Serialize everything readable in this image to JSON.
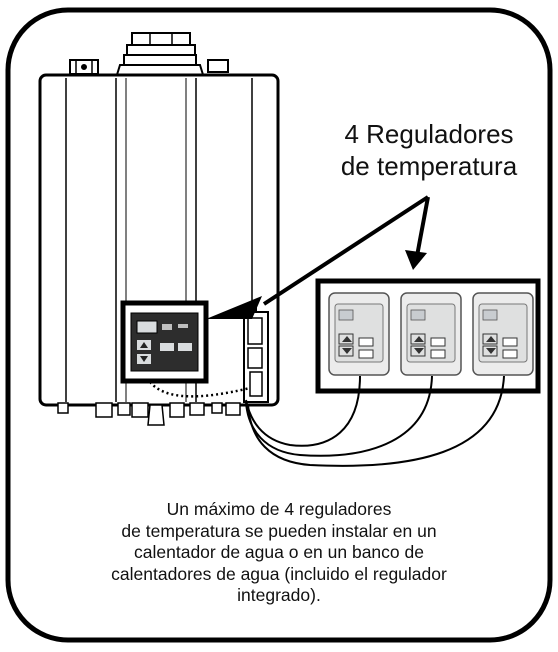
{
  "callout": {
    "lines": [
      "4 Reguladores",
      "de temperatura"
    ]
  },
  "caption": {
    "lines": [
      "Un máximo de 4 reguladores",
      "de temperatura se pueden instalar en un",
      "calentador de agua o en un banco de",
      "calentadores de agua (incluido el regulador",
      "integrado)."
    ]
  },
  "colors": {
    "ink": "#000000",
    "heater_fill": "#ffffff",
    "controller_face": "#ececec",
    "controller_display": "#cfd3d6",
    "controller_buttons": "#3a3a3a"
  },
  "remote_controllers": [
    {
      "id": "controller-1"
    },
    {
      "id": "controller-2"
    },
    {
      "id": "controller-3"
    }
  ]
}
